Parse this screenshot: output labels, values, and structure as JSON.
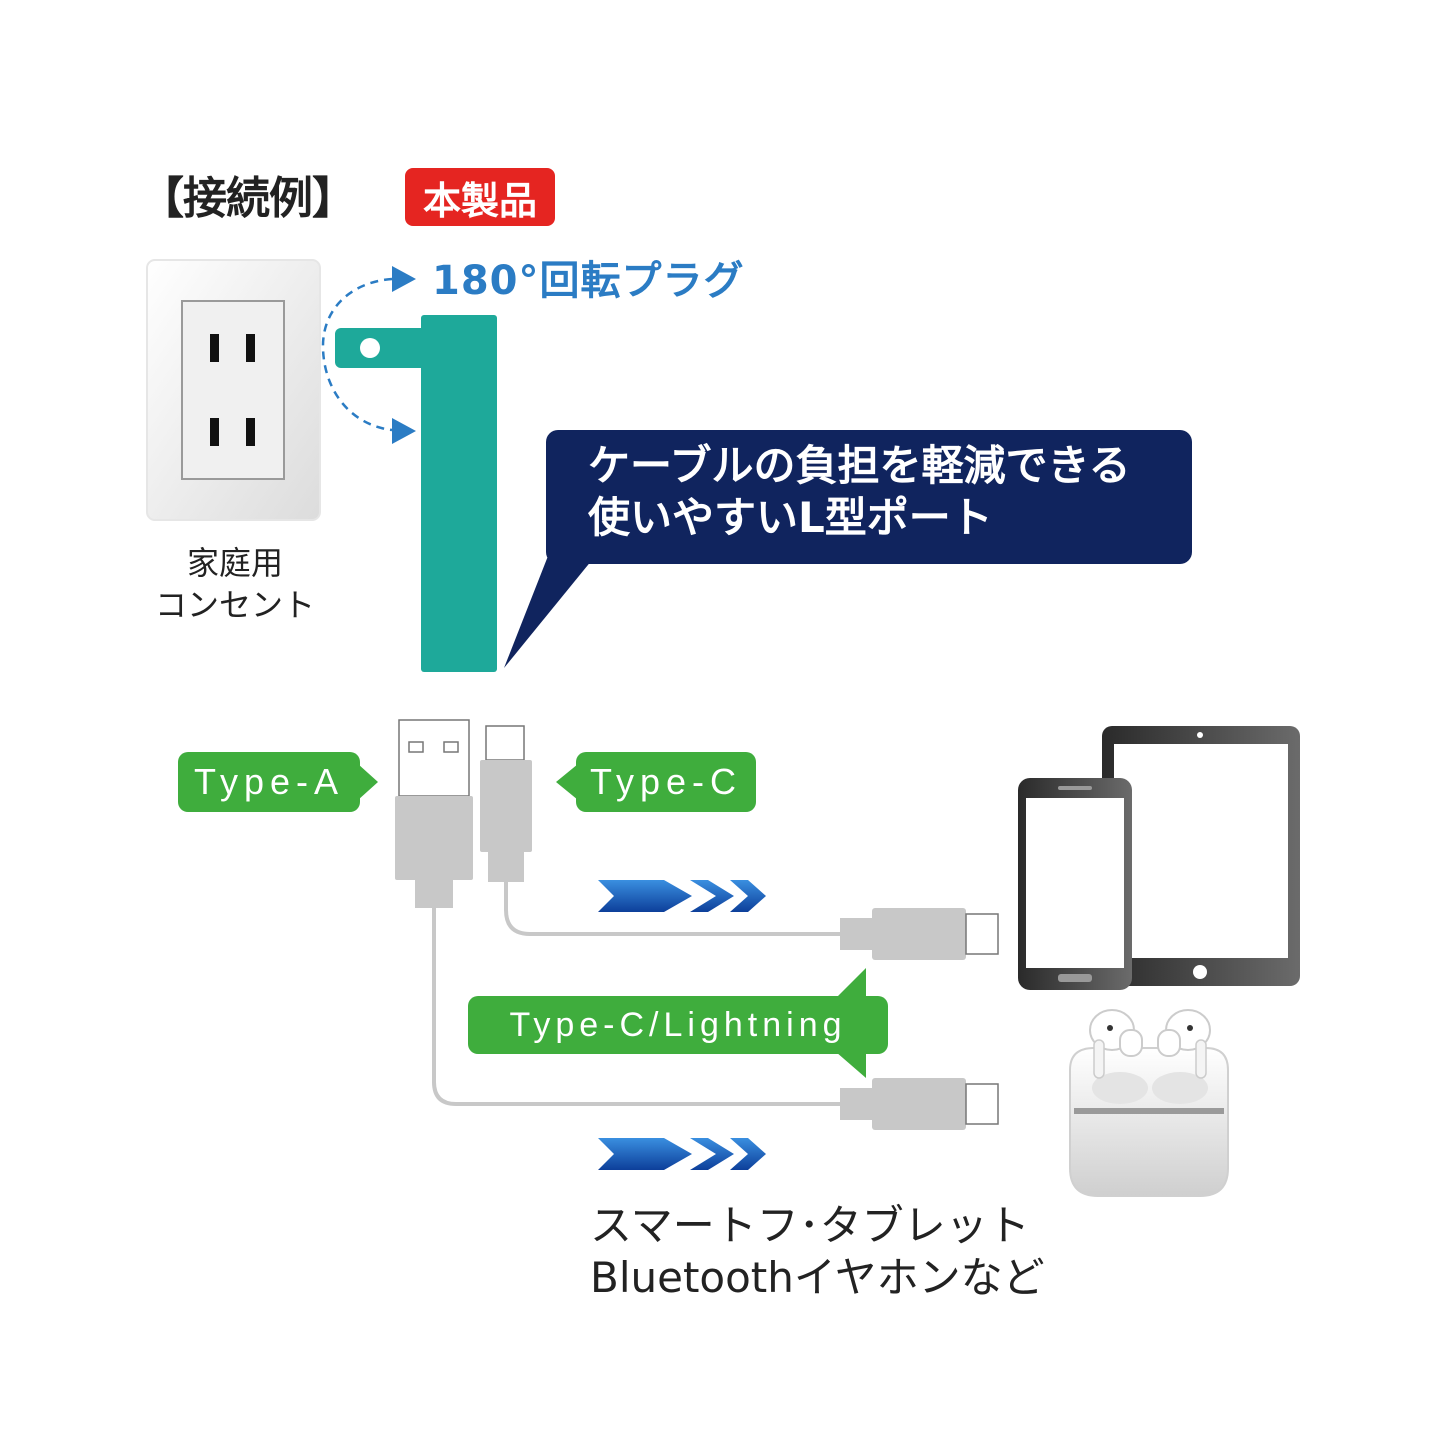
{
  "heading": "【接続例】",
  "product_badge": "本製品",
  "rotate_label": "180°回転プラグ",
  "outlet_label": [
    "家庭用",
    "コンセント"
  ],
  "bubble_text": [
    "ケーブルの負担を軽減できる",
    "使いやすいL型ポート"
  ],
  "tags": {
    "type_a": "Type-A",
    "type_c": "Type-C",
    "type_c_lightning": "Type-C/Lightning"
  },
  "caption": [
    "スマートフ･タブレット",
    "Bluetoothイヤホンなど"
  ],
  "colors": {
    "product_teal": "#1ea99a",
    "badge_red": "#e52521",
    "bubble_navy": "#10245e",
    "tag_green": "#3fad3d",
    "accent_blue": "#2b7cc4"
  }
}
